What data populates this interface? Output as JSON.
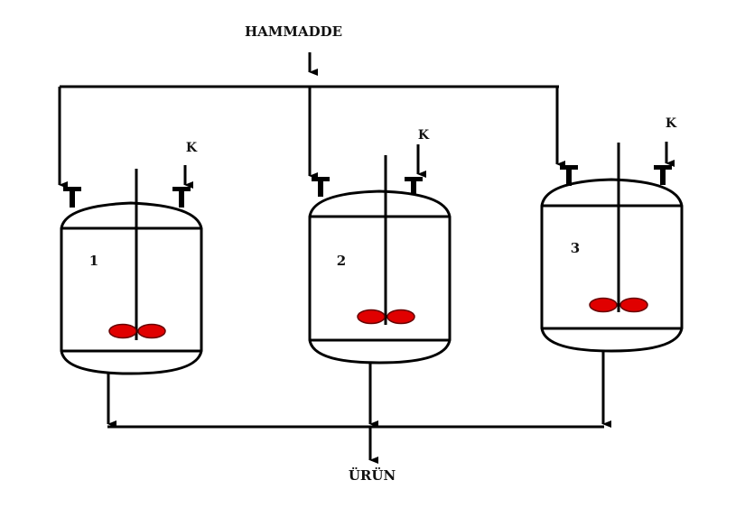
{
  "labels": {
    "feed": "HAMMADDE",
    "product": "ÜRÜN",
    "catalyst": "K"
  },
  "reactors": [
    {
      "number": "1"
    },
    {
      "number": "2"
    },
    {
      "number": "3"
    }
  ],
  "colors": {
    "impeller": "#e00000",
    "line": "#000000"
  }
}
